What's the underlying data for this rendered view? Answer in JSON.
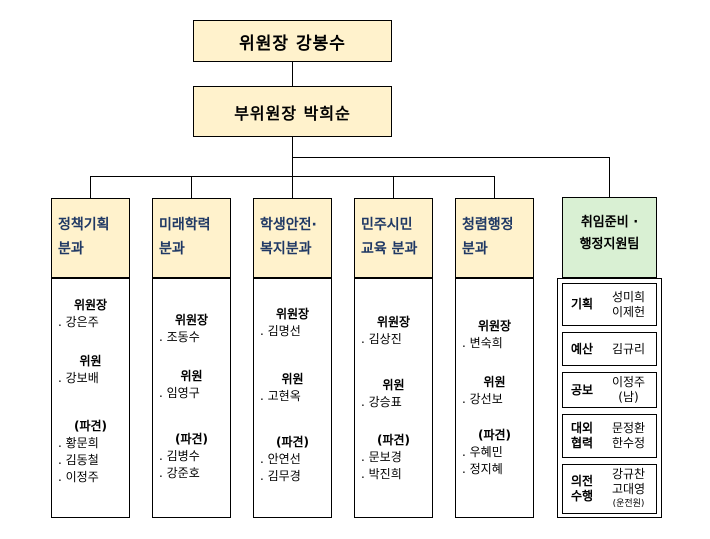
{
  "chair": "위원장 강봉수",
  "vice_chair": "부위원장 박희순",
  "subcommittees": [
    {
      "title": [
        "정책기획",
        "분과"
      ],
      "groups": [
        {
          "role": "위원장",
          "members": [
            ". 강은주"
          ]
        },
        {
          "role": "위원",
          "members": [
            ". 강보배"
          ]
        },
        {
          "role": "(파견)",
          "members": [
            ". 황문희",
            ". 김동철",
            ". 이정주"
          ]
        }
      ]
    },
    {
      "title": [
        "미래학력",
        "분과"
      ],
      "groups": [
        {
          "role": "위원장",
          "members": [
            ". 조동수"
          ]
        },
        {
          "role": "위원",
          "members": [
            ". 임영구"
          ]
        },
        {
          "role": "(파견)",
          "members": [
            ". 김병수",
            ". 강준호"
          ]
        }
      ]
    },
    {
      "title": [
        "학생안전·",
        "복지분과"
      ],
      "groups": [
        {
          "role": "위원장",
          "members": [
            ". 김명선"
          ]
        },
        {
          "role": "위원",
          "members": [
            ". 고현옥"
          ]
        },
        {
          "role": "(파견)",
          "members": [
            ". 안연선",
            ". 김무경"
          ]
        }
      ]
    },
    {
      "title": [
        "민주시민",
        "교육 분과"
      ],
      "groups": [
        {
          "role": "위원장",
          "members": [
            ". 김상진"
          ]
        },
        {
          "role": "위원",
          "members": [
            ". 강승표"
          ]
        },
        {
          "role": "(파견)",
          "members": [
            ". 문보경",
            ". 박진희"
          ]
        }
      ]
    },
    {
      "title": [
        "청렴행정",
        "분과"
      ],
      "groups": [
        {
          "role": "위원장",
          "members": [
            ". 변숙희"
          ]
        },
        {
          "role": "위원",
          "members": [
            ". 강선보"
          ]
        },
        {
          "role": "(파견)",
          "members": [
            ". 우혜민",
            ". 정지혜"
          ]
        }
      ]
    }
  ],
  "support_team": {
    "title": [
      "취임준비 ·",
      "행정지원팀"
    ],
    "rows": [
      {
        "label": [
          "기획"
        ],
        "names": [
          "성미희",
          "이제헌"
        ]
      },
      {
        "label": [
          "예산"
        ],
        "names": [
          "김규리"
        ]
      },
      {
        "label": [
          "공보"
        ],
        "names": [
          "이정주",
          "(남)"
        ]
      },
      {
        "label": [
          "대외",
          "협력"
        ],
        "names": [
          "문정환",
          "한수정"
        ]
      },
      {
        "label": [
          "의전",
          "수행"
        ],
        "names": [
          "강규찬",
          "고대영"
        ],
        "note": "(운전원)"
      }
    ]
  }
}
